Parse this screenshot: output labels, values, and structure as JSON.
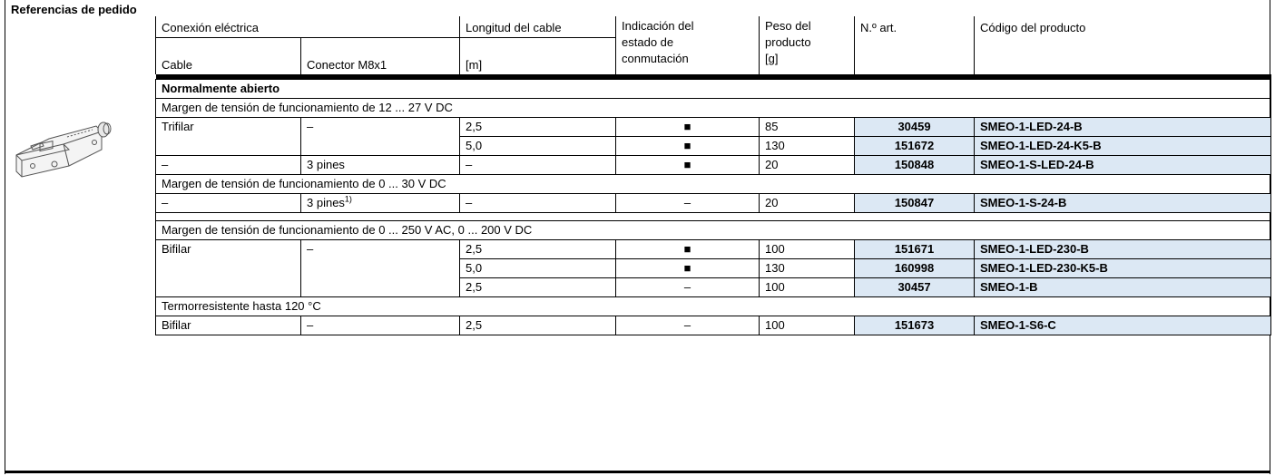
{
  "title": "Referencias de pedido",
  "header": {
    "electrical_connection": "Conexión eléctrica",
    "cable": "Cable",
    "connector": "Conector M8x1",
    "cable_length": "Longitud del cable",
    "cable_length_unit": "[m]",
    "switching_indication_l1": "Indicación del",
    "switching_indication_l2": "estado de",
    "switching_indication_l3": "conmutación",
    "weight_l1": "Peso del",
    "weight_l2": "producto",
    "weight_unit": "[g]",
    "part_no": "N.º art.",
    "product_code": "Código del producto"
  },
  "section": "Normalmente abierto",
  "groups": [
    {
      "title": "Margen de tensión de funcionamiento de 12 ... 27 V DC",
      "rows": [
        {
          "cable": "Trifilar",
          "connector": "–",
          "length": "2,5",
          "indication": "■",
          "weight": "85",
          "part_no": "30459",
          "code": "SMEO-1-LED-24-B"
        },
        {
          "cable": "",
          "connector": "",
          "length": "5,0",
          "indication": "■",
          "weight": "130",
          "part_no": "151672",
          "code": "SMEO-1-LED-24-K5-B"
        },
        {
          "cable": "–",
          "connector": "3 pines",
          "length": "–",
          "indication": "■",
          "weight": "20",
          "part_no": "150848",
          "code": "SMEO-1-S-LED-24-B"
        }
      ]
    },
    {
      "title": "Margen de tensión de funcionamiento de 0 ... 30 V DC",
      "rows": [
        {
          "cable": "–",
          "connector": "3 pines",
          "footnote": "1)",
          "length": "–",
          "indication": "–",
          "weight": "20",
          "part_no": "150847",
          "code": "SMEO-1-S-24-B"
        }
      ]
    },
    {
      "title": "Margen de tensión de funcionamiento de 0 ... 250 V AC, 0 ... 200 V DC",
      "rows": [
        {
          "cable": "Bifilar",
          "connector": "–",
          "length": "2,5",
          "indication": "■",
          "weight": "100",
          "part_no": "151671",
          "code": "SMEO-1-LED-230-B"
        },
        {
          "cable": "",
          "connector": "",
          "length": "5,0",
          "indication": "■",
          "weight": "130",
          "part_no": "160998",
          "code": "SMEO-1-LED-230-K5-B"
        },
        {
          "cable": "",
          "connector": "",
          "length": "2,5",
          "indication": "–",
          "weight": "100",
          "part_no": "30457",
          "code": "SMEO-1-B"
        }
      ]
    },
    {
      "title": "Termorresistente hasta 120 °C",
      "rows": [
        {
          "cable": "Bifilar",
          "connector": "–",
          "length": "2,5",
          "indication": "–",
          "weight": "100",
          "part_no": "151673",
          "code": "SMEO-1-S6-C"
        }
      ]
    }
  ]
}
